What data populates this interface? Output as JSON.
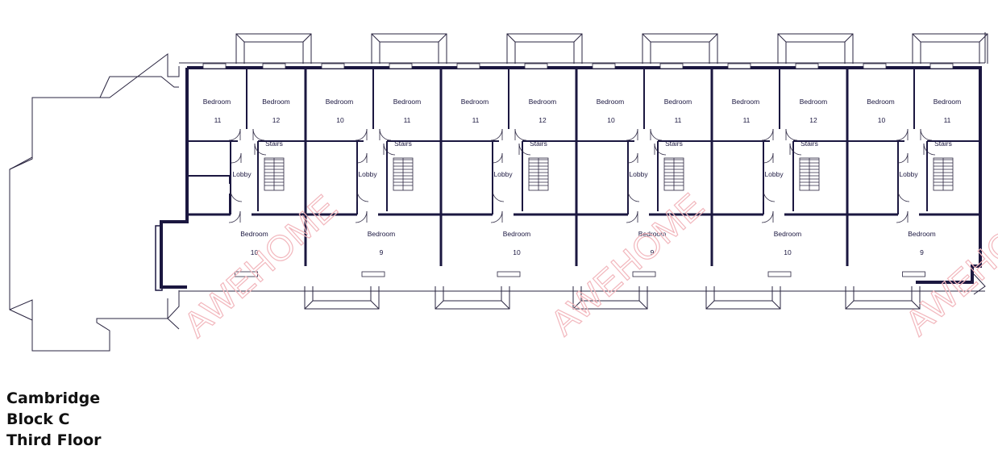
{
  "caption": {
    "development": "Cambridge",
    "block": "Block C",
    "floor": "Third Floor"
  },
  "watermark": "AWEHOME",
  "colors": {
    "wall": "#1b1740",
    "line": "#2a2540",
    "watermark": "#f2b7bd"
  },
  "units": [
    {
      "top_rooms": [
        {
          "label": "Bedroom",
          "num": "11"
        },
        {
          "label": "Bedroom",
          "num": "12"
        }
      ],
      "stairs": "Stairs",
      "lobby": "Lobby",
      "bottom": {
        "label": "Bedroom",
        "num": "10"
      }
    },
    {
      "top_rooms": [
        {
          "label": "Bedroom",
          "num": "10"
        },
        {
          "label": "Bedroom",
          "num": "11"
        }
      ],
      "stairs": "Stairs",
      "lobby": "Lobby",
      "bottom": {
        "label": "Bedroom",
        "num": "9"
      }
    },
    {
      "top_rooms": [
        {
          "label": "Bedroom",
          "num": "11"
        },
        {
          "label": "Bedroom",
          "num": "12"
        }
      ],
      "stairs": "Stairs",
      "lobby": "Lobby",
      "bottom": {
        "label": "Bedroom",
        "num": "10"
      }
    },
    {
      "top_rooms": [
        {
          "label": "Bedroom",
          "num": "10"
        },
        {
          "label": "Bedroom",
          "num": "11"
        }
      ],
      "stairs": "Stairs",
      "lobby": "Lobby",
      "bottom": {
        "label": "Bedroom",
        "num": "9"
      }
    },
    {
      "top_rooms": [
        {
          "label": "Bedroom",
          "num": "11"
        },
        {
          "label": "Bedroom",
          "num": "12"
        }
      ],
      "stairs": "Stairs",
      "lobby": "Lobby",
      "bottom": {
        "label": "Bedroom",
        "num": "10"
      }
    },
    {
      "top_rooms": [
        {
          "label": "Bedroom",
          "num": "10"
        },
        {
          "label": "Bedroom",
          "num": "11"
        }
      ],
      "stairs": "Stairs",
      "lobby": "Lobby",
      "bottom": {
        "label": "Bedroom",
        "num": "9"
      }
    }
  ]
}
